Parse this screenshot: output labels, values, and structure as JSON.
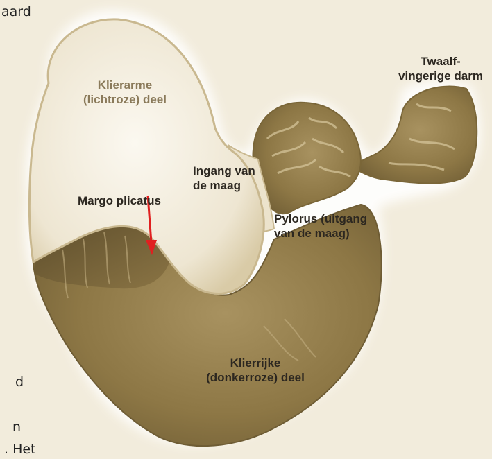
{
  "labels": {
    "glandless": [
      "Klierarme",
      "(lichtroze) deel"
    ],
    "duodenum": [
      "Twaalf-",
      "vingerige darm"
    ],
    "entrance": [
      "Ingang van",
      "de maag"
    ],
    "margo": "Margo plicatus",
    "pylorus": [
      "Pylorus (uitgang",
      "van de maag)"
    ],
    "glandular": [
      "Klierrijke",
      "(donkerroze) deel"
    ]
  },
  "clipped_text": {
    "top_left": "aard",
    "bottom_left_1": "d",
    "bottom_left_2": "n",
    "bottom_left_3": ". Het"
  },
  "colors": {
    "background": "#f2ecdc",
    "stomach_light": "#efe8d6",
    "stomach_outline": "#c9b88f",
    "stomach_dark": "#8f7a49",
    "arrow": "#e02020"
  }
}
